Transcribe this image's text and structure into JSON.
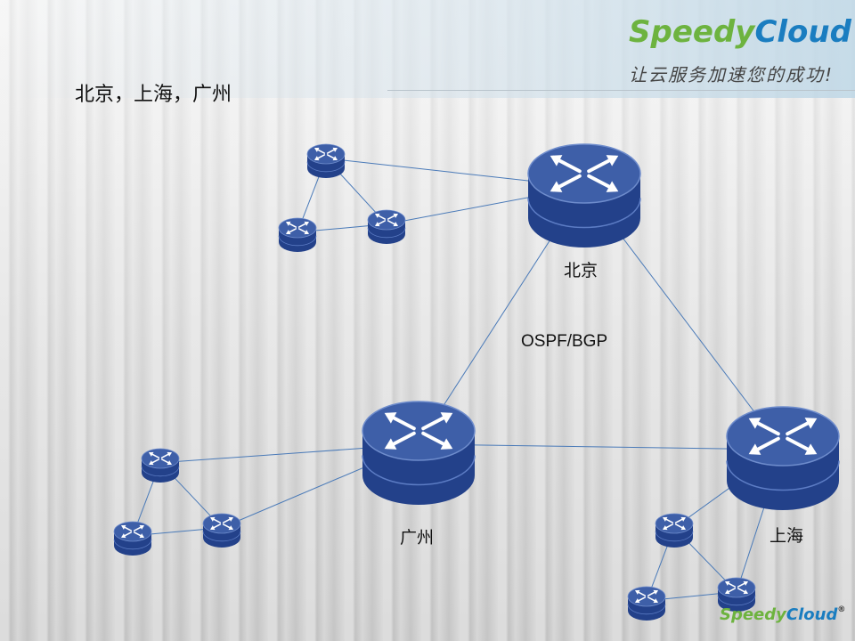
{
  "slide": {
    "title": "北京，上海，广州",
    "logo": {
      "part1": "Speedy",
      "part2": "Cloud",
      "reg": "®"
    },
    "slogan": "让云服务加速您的成功!"
  },
  "diagram": {
    "protocol_label": "OSPF/BGP",
    "core_routers": [
      {
        "id": "beijing",
        "label": "北京"
      },
      {
        "id": "guangzhou",
        "label": "广州"
      },
      {
        "id": "shanghai",
        "label": "上海"
      }
    ],
    "colors": {
      "router_top": "#3e5fa8",
      "router_body": "#23418a",
      "link": "#4a7ab8",
      "icon": "#ffffff"
    }
  }
}
